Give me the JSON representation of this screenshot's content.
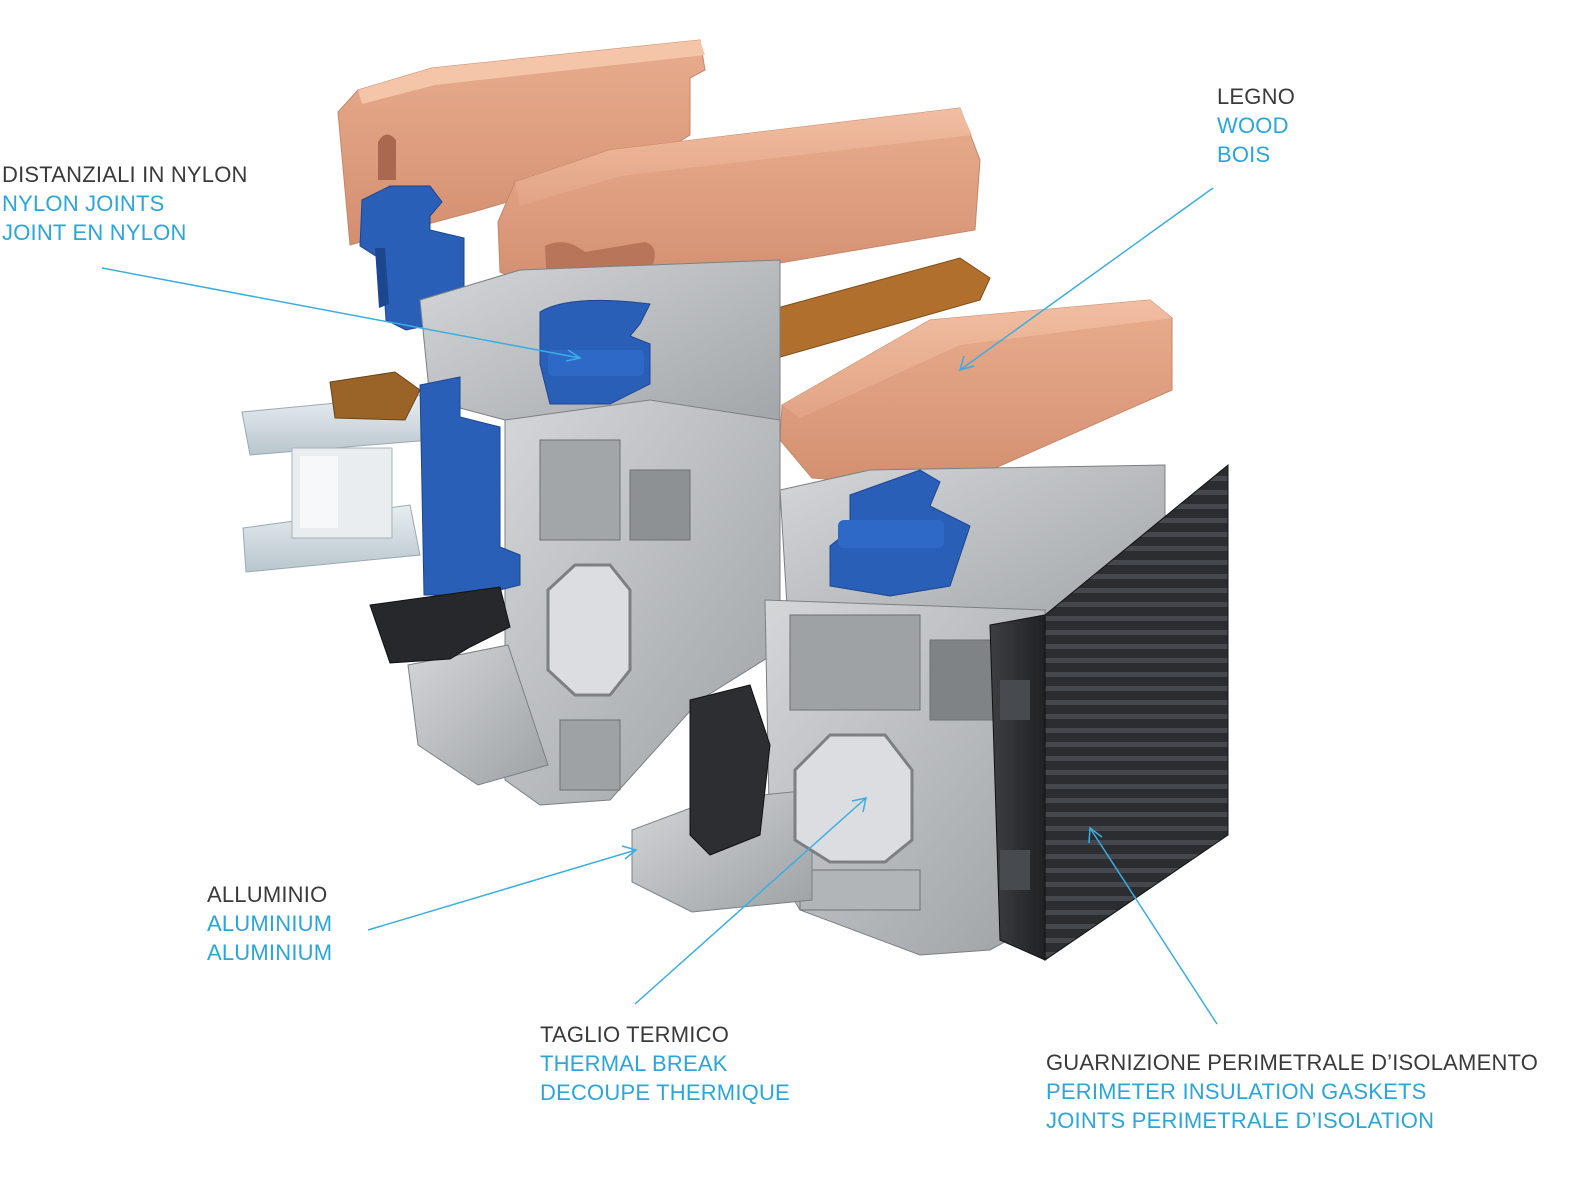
{
  "labels": {
    "spacers": {
      "it": "DISTANZIALI IN NYLON",
      "en": "NYLON JOINTS",
      "fr": "JOINT EN NYLON"
    },
    "wood": {
      "it": "LEGNO",
      "en": "WOOD",
      "fr": "BOIS"
    },
    "aluminium": {
      "it": "ALLUMINIO",
      "en": "ALUMINIUM",
      "fr": "ALUMINIUM"
    },
    "thermal": {
      "it": "TAGLIO TERMICO",
      "en": "THERMAL BREAK",
      "fr": "DECOUPE THERMIQUE"
    },
    "gaskets": {
      "it": "GUARNIZIONE PERIMETRALE D’ISOLAMENTO",
      "en": "PERIMETER INSULATION GASKETS",
      "fr": "JOINTS PERIMETRALE D’ISOLATION"
    }
  },
  "colors": {
    "italian_text": "#3a3a3a",
    "translation_text": "#2aa6dc",
    "leader_line": "#3aaee0",
    "wood": "#e6a98a",
    "nylon": "#2a5fb8",
    "aluminium": "#b9bcbe",
    "gasket": "#2c2e31",
    "thermal_core": "#d9dadc"
  }
}
